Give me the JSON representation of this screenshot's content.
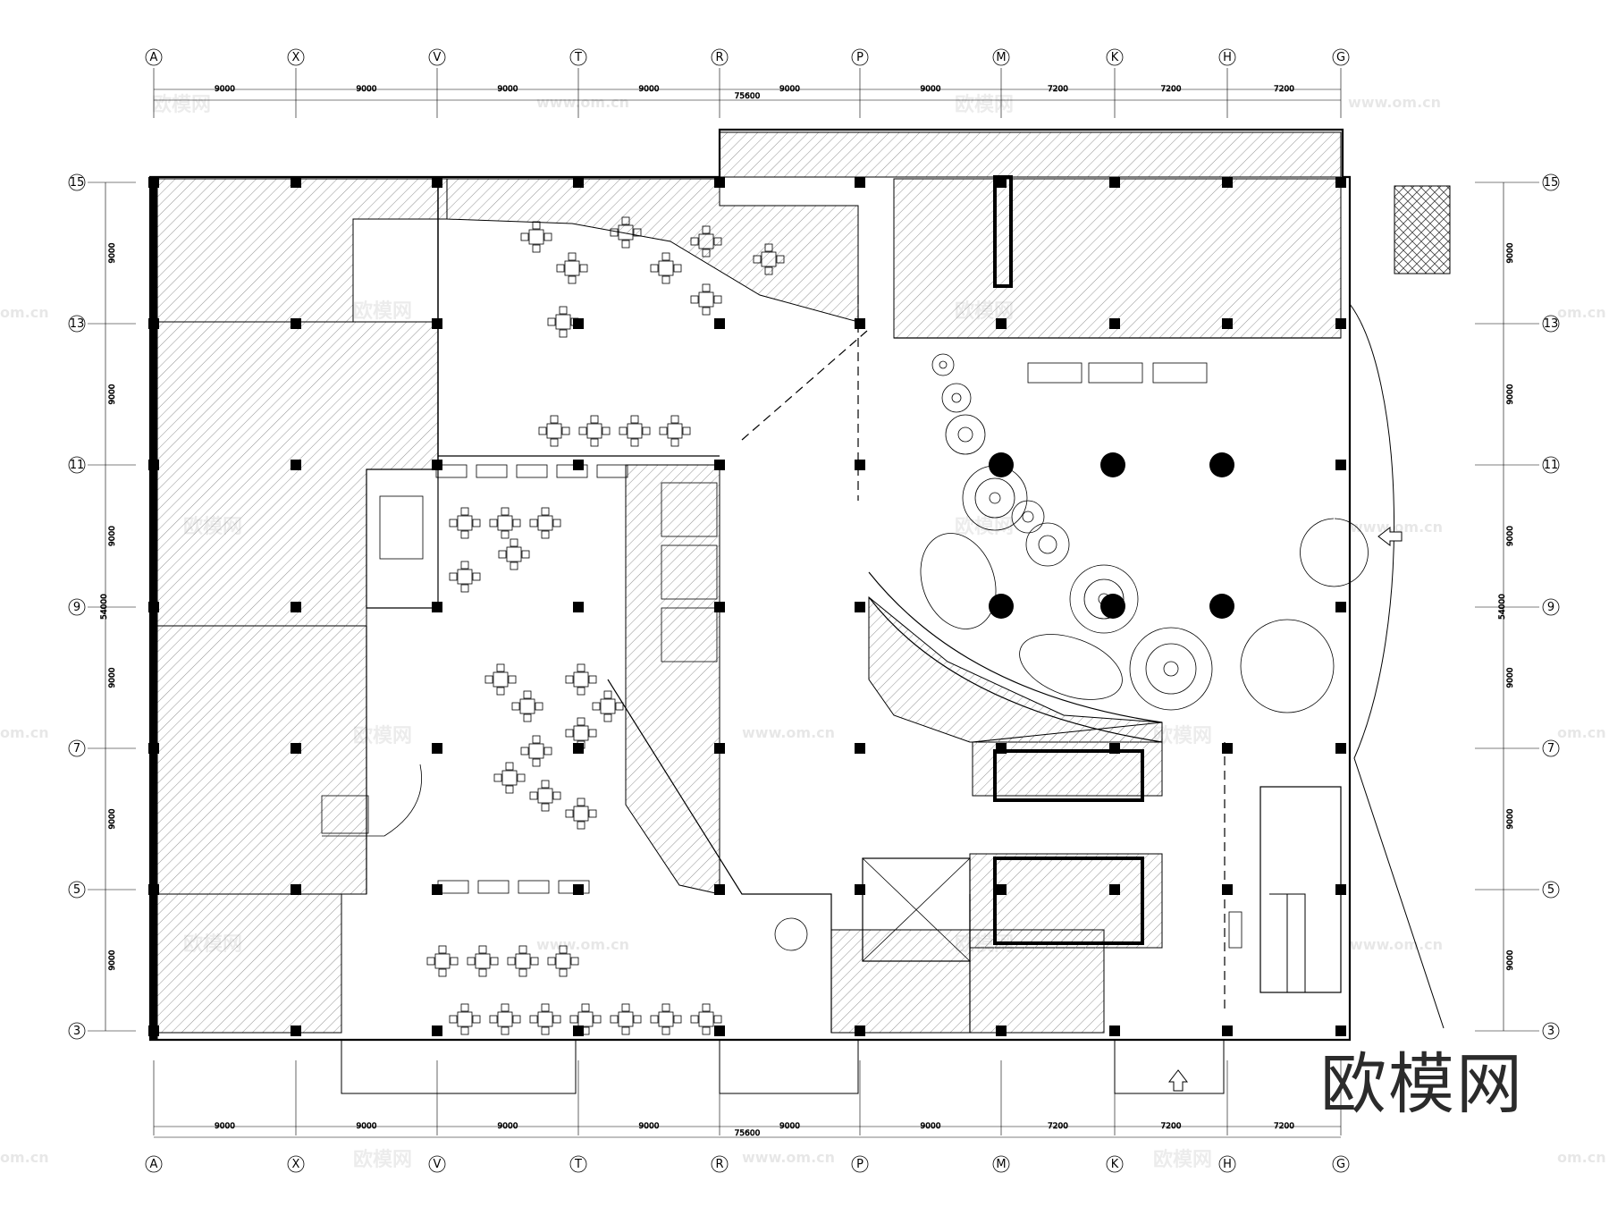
{
  "grid": {
    "columns": [
      "A",
      "X",
      "V",
      "T",
      "R",
      "P",
      "M",
      "K",
      "H",
      "G"
    ],
    "rows": [
      "15",
      "13",
      "11",
      "9",
      "7",
      "5",
      "3"
    ],
    "col_spacings": [
      "9000",
      "9000",
      "9000",
      "9000",
      "9000",
      "9000",
      "7200",
      "7200",
      "7200"
    ],
    "row_spacings": [
      "9000",
      "9000",
      "9000",
      "9000",
      "9000",
      "9000"
    ],
    "total_width": "75600",
    "total_height": "54000"
  },
  "watermarks": {
    "brand": "欧模网",
    "url": "www.om.cn",
    "url_partial": "om.cn"
  },
  "logo": "欧模网",
  "colors": {
    "line": "#000000",
    "hatch": "#555555",
    "paper": "#ffffff"
  }
}
